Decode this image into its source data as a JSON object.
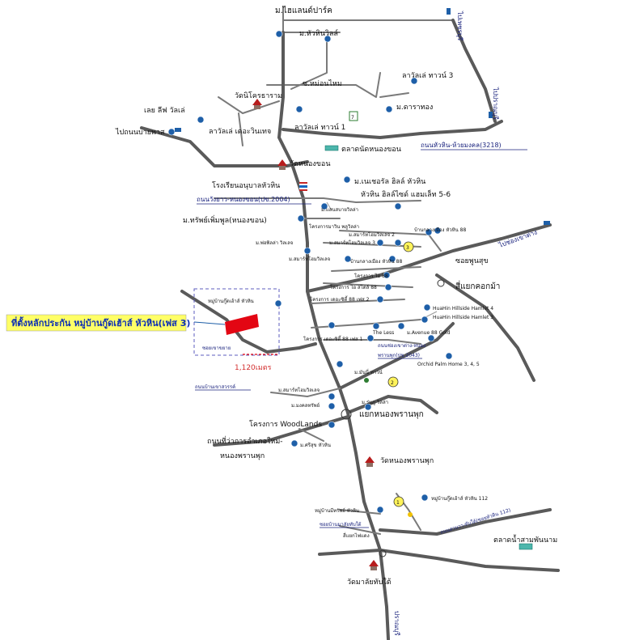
{
  "project_callout": "ที่ตั้งหลักประกัน หมู่บ้านกู๊ดเฮ้าส์ หัวหิน(เฟส 3)",
  "distance_label": "1,120เมตร",
  "colors": {
    "road": "#5a5a5a",
    "highlight_bg": "#ffff66",
    "marker": "#e30613",
    "pin": "#1e5fa8",
    "road_label": "#1a237e"
  },
  "labels": {
    "highland_park": "ม.ไฮแลนด์ปาร์ค",
    "huahin_villa": "ม.หัวหินวิลล์",
    "to_pranburi_top": "ไปปราณบุรี",
    "to_petchaburi": "ไปเพชรบุรี",
    "lavalle_3": "ลาวัลเล่ ทาวน์ 3",
    "soi_mon_mai": "ซ.หม่อนไหม",
    "dara_thong": "ม.ดาราทอง",
    "wat_nikhon": "วัดนิโครธาราม",
    "lay_lif_villa": "เลย ลีฟ วัลเล่",
    "to_ban_pala": "ไปถนนบายพาส",
    "lavalle_chetawin": "ลาวัลเล่ เดอะวินเทจ",
    "lavalle_1": "ลาวัลเล่ ทาวน์ 1",
    "road_3218": "ถนนหัวหิน-ห้วยมงคล(3218)",
    "market_nongkhon": "ตลาดนัดหนองขอน",
    "wat_nongkhon": "วัดหนองขอน",
    "kindergarten": "โรงเรียนอนุบาลหัวหิน",
    "nature_hills": "ม.เนเชอรัล ฮิลล์ หัวหิน",
    "huahin_hillside_56": "หัวหิน ฮิลล์ไซด์ แฮมเล็ท 5-6",
    "road_2004": "ถนนวังยาว-หนองขอน(ปข.2004)",
    "sap_phoem_phun": "ม.ทรัพย์เพิ่มพูล(หนองขอน)",
    "saen_sabai": "ม.แสนสบายวิลล่า",
    "baan_mon_huahin": "บ้านกลางเมือง หัวหิน 88",
    "to_pa_la_u": "ไปช่องเขาต่าง",
    "rom_pho_soi": "ซอยพูนสุข",
    "ban_klang_mueang": "บ้านกลางเมือง หัวหิน 88",
    "proj_kanmaruean": "โครงการมาวิน พลูวิลล่า",
    "smart_home2": "ม.สมาร์ทโฮมวิลเลจ 2",
    "pho_villa": "ม.พ่อพิลล่า วิลเลจ",
    "smart_home3": "ม.สมาร์ทโฮมวิลเลจ 3",
    "smart_home": "ม.สมาร์ทโฮมวิลเลจ",
    "proj_ii88": "โครงการ ไอ 88",
    "proj_ii88_style": "โครงการ ไอ สไตล์ 88",
    "proj_88_phase2": "โครงการ เดอะซิตี้ 88 เฟส 2",
    "si_yaek_khokma": "สี่แยกคอกม้า",
    "good_house_phuket": "หมู่บ้านกู๊ดเฮ้าส์ หัวหิน",
    "huahin_hillside4": "HuaHin Hillside Hamlet 4",
    "huahin_hillside3": "HuaHin Hillside Hamlet 3",
    "the_less": "The Less",
    "avenue88": "ม.Avenue 88 Gold",
    "proj_88_phase1": "โครงการ เดอะซิตี้ 88 เฟส 1",
    "road_2043": "ถนนช่องเขาต่าง-หนอง",
    "road_2043b": "พรานพุก(ปข.2043)",
    "orchid_palm": "Orchid Palm Home 3, 4, 5",
    "soi_khao_kaew": "ซอยเขาขยาย",
    "road_khao": "ถนนบ้านเขาสวรรค์",
    "mon_ti_town": "ม.มันนี่ ทาวน์",
    "smart_home_villa": "ม.สมาร์ทโฮมวิลเลจ",
    "m_khlong": "ม.มงคลทรัพย์",
    "m_rom_villa": "ม.ร่มภู วิลล่า",
    "yaek_nong_phran_phuk": "แยกหนองพรานพุก",
    "proj_woodlands": "โครงการ WoodLands",
    "road_district_1": "ถนนที่ว่าการอำเภอใหม่-",
    "road_district_2": "หนองพรานพุก",
    "m_sri_suk": "ม.ศรีสุข หัวหิน",
    "wat_nong_phran_phuk": "วัดหนองพรานพุก",
    "good_house_112": "หมู่บ้านกู๊ดเฮ้าส์ หัวหิน 112",
    "moo_ban_sap_thip": "หมู่บ้านมีทรัพย์ หัวหิน",
    "soi_ban_manmai": "ซอยบ้านมาลัยทับใต้",
    "si_yaek_fai_daeng": "สี่แยกไฟแดง",
    "road_sam_phan_nam": "ถนนสวนวา-ทับใต้(ซอยหัวหิน 112)",
    "market_sam_phan_nam": "ตลาดน้ำสามพันนาม",
    "wat_manmai": "วัดมาลัยทับใต้",
    "to_pranburi_bottom": "ปราณบุรี"
  },
  "circle_markers": [
    "1",
    "2",
    "3"
  ]
}
